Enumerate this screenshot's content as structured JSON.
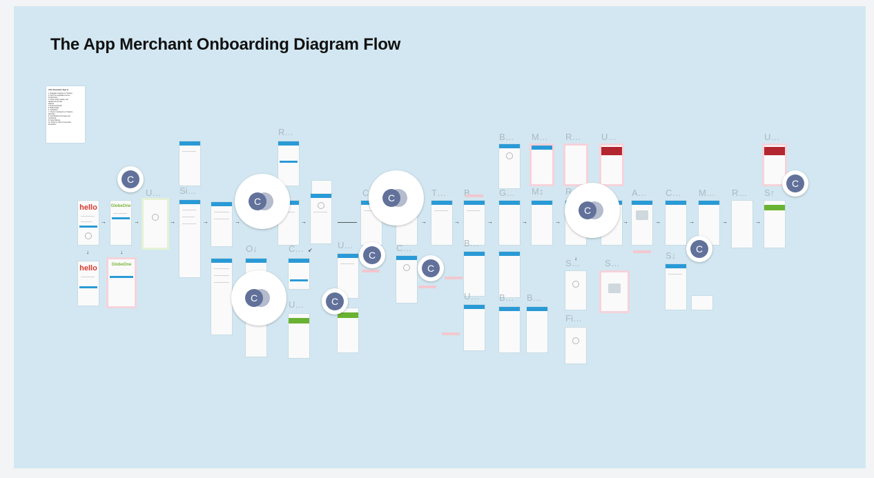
{
  "board": {
    "title": "The App Merchant Onboarding Diagram Flow"
  },
  "note": {
    "title": "After Demandes Sign In",
    "lines": [
      "1. Navigate to Explore to Transact",
      "2. Fill in the registration screen",
      "   for Merchant",
      "3. Show confirm details, and",
      "   details and terminal",
      "   address",
      "4. Business Details",
      "5. Bank Details",
      "6. Verification",
      "7. Check in setting time of Capture",
      "   Merchant",
      "8. Card Machine Purchase and",
      "   Confirming",
      "9. Verify Address",
      "10. Check in notify of successful",
      "    transaction"
    ]
  },
  "labels": [
    "R…",
    "U…",
    "Si…",
    "O↓",
    "C…",
    "U…",
    "U…",
    "C…",
    "C…",
    "T…",
    "B…",
    "B…",
    "B…",
    "G…",
    "U…",
    "B…",
    "B…",
    "M…",
    "M↕",
    "R…",
    "R…",
    "U…",
    "A…",
    "C…",
    "M…",
    "R…",
    "U…",
    "S↑",
    "S↓",
    "S…",
    "S…",
    "Fi…"
  ],
  "avatar_initial": "C",
  "screen_texts": {
    "hello": "hello",
    "brand_a": "Globe",
    "brand_b": "One"
  }
}
